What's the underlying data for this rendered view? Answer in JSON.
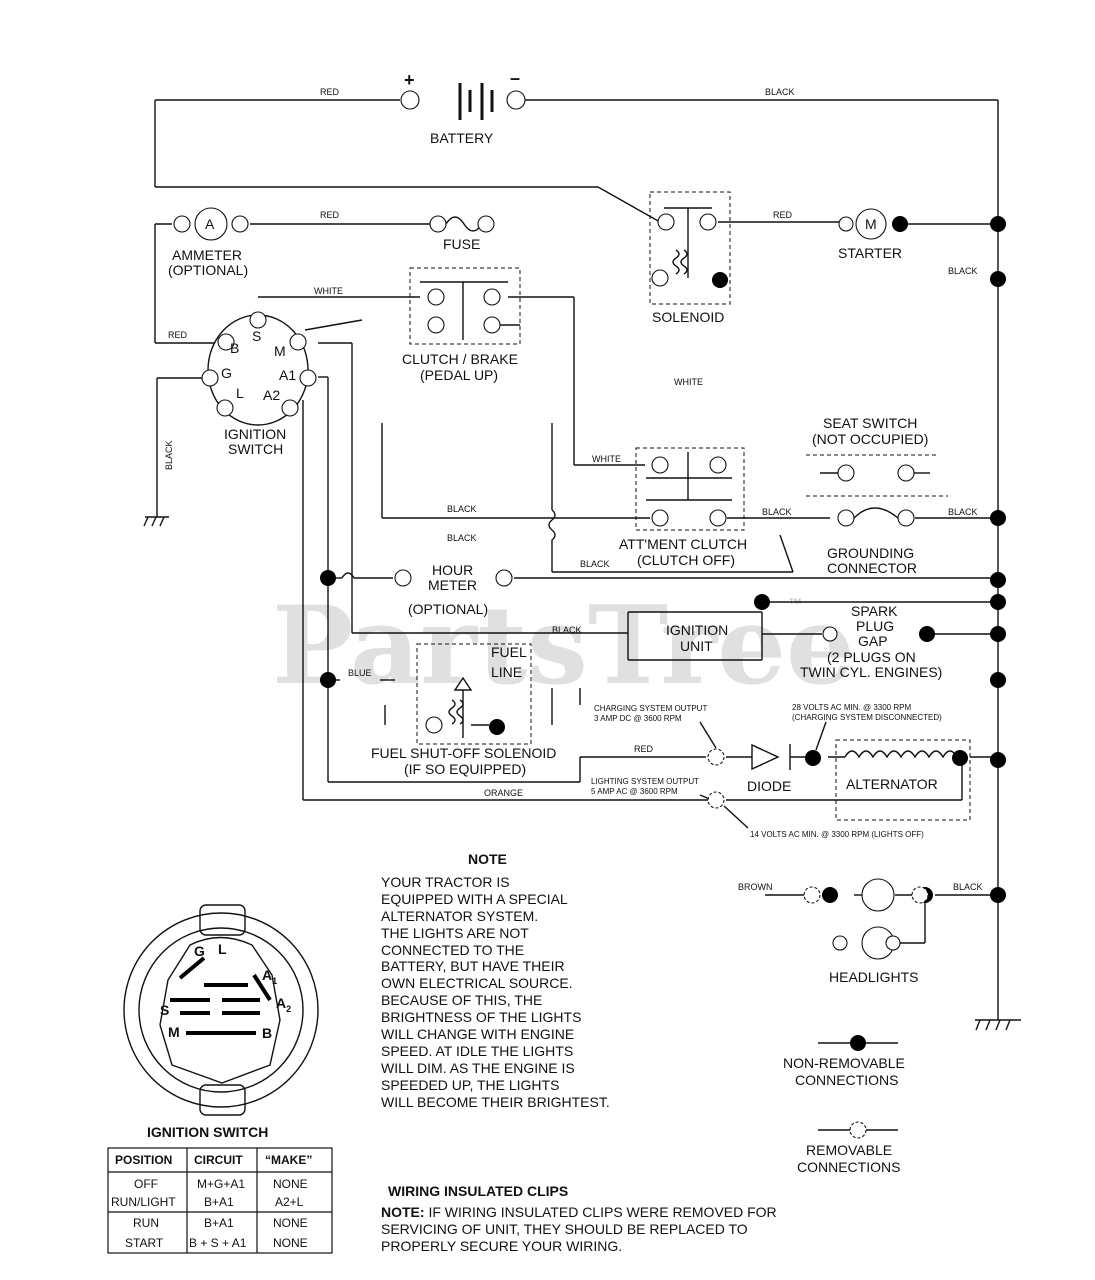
{
  "watermark": "PartsTree",
  "trademark": "™",
  "battery": {
    "label": "BATTERY",
    "plus": "+",
    "minus": "–",
    "wire_pos": "RED",
    "wire_neg": "BLACK"
  },
  "ammeter": {
    "symbol": "A",
    "label1": "AMMETER",
    "label2": "(OPTIONAL)",
    "wire": "RED"
  },
  "fuse": {
    "label": "FUSE"
  },
  "solenoid": {
    "label": "SOLENOID",
    "wire": "RED"
  },
  "starter": {
    "symbol": "M",
    "label": "STARTER"
  },
  "ignition_switch": {
    "label1": "IGNITION",
    "label2": "SWITCH",
    "terminals": {
      "b": "B",
      "s": "S",
      "m": "M",
      "g": "G",
      "l": "L",
      "a1": "A1",
      "a2": "A2"
    },
    "wire_red": "RED",
    "wire_white": "WHITE",
    "wire_black": "BLACK"
  },
  "clutch_brake": {
    "label1": "CLUTCH / BRAKE",
    "label2": "(PEDAL UP)"
  },
  "wire_labels": {
    "white_mid": "WHITE",
    "white_att": "WHITE",
    "black_1": "BLACK",
    "black_2": "BLACK",
    "black_3": "BLACK",
    "black_att_right": "BLACK",
    "black_seat_right": "BLACK",
    "black_right_upper": "BLACK",
    "black_ign_unit": "BLACK",
    "blue": "BLUE",
    "red_fuel": "RED",
    "orange": "ORANGE",
    "brown": "BROWN",
    "black_headlight": "BLACK"
  },
  "seat_switch": {
    "label1": "SEAT SWITCH",
    "label2": "(NOT OCCUPIED)"
  },
  "attachment_clutch": {
    "label1": "ATT'MENT CLUTCH",
    "label2": "(CLUTCH OFF)"
  },
  "grounding_connector": {
    "label1": "GROUNDING",
    "label2": "CONNECTOR"
  },
  "hour_meter": {
    "label1": "HOUR",
    "label2": "METER",
    "label3": "(OPTIONAL)"
  },
  "ignition_unit": {
    "label1": "IGNITION",
    "label2": "UNIT"
  },
  "spark_plug": {
    "label1": "SPARK",
    "label2": "PLUG",
    "label3": "GAP",
    "label4": "(2 PLUGS ON",
    "label5": "TWIN CYL. ENGINES)"
  },
  "fuel": {
    "label1": "FUEL",
    "label2": "LINE",
    "solenoid1": "FUEL SHUT-OFF SOLENOID",
    "solenoid2": "(IF SO EQUIPPED)"
  },
  "charging": {
    "out1": "CHARGING SYSTEM OUTPUT",
    "out2": "3 AMP DC @ 3600 RPM",
    "volts1": "28 VOLTS AC MIN. @ 3300 RPM",
    "volts2": "(CHARGING SYSTEM DISCONNECTED)",
    "light1": "LIGHTING SYSTEM OUTPUT",
    "light2": "5 AMP AC @ 3600 RPM",
    "light_volts": "14 VOLTS AC MIN. @ 3300 RPM (LIGHTS OFF)"
  },
  "diode": {
    "label": "DIODE"
  },
  "alternator": {
    "label": "ALTERNATOR"
  },
  "headlights": {
    "label": "HEADLIGHTS"
  },
  "note": {
    "title": "NOTE",
    "lines": [
      "YOUR TRACTOR IS",
      "EQUIPPED WITH A SPECIAL",
      "ALTERNATOR SYSTEM.",
      "THE LIGHTS ARE NOT",
      "CONNECTED TO THE",
      "BATTERY, BUT HAVE THEIR",
      "OWN ELECTRICAL SOURCE.",
      "BECAUSE OF THIS, THE",
      "BRIGHTNESS OF THE LIGHTS",
      "WILL CHANGE WITH ENGINE",
      "SPEED.  AT IDLE THE LIGHTS",
      "WILL DIM.  AS THE ENGINE IS",
      "SPEEDED UP, THE LIGHTS",
      "WILL BECOME THEIR BRIGHTEST."
    ]
  },
  "legend": {
    "nonremovable1": "NON-REMOVABLE",
    "nonremovable2": "CONNECTIONS",
    "removable1": "REMOVABLE",
    "removable2": "CONNECTIONS"
  },
  "clips": {
    "title": "WIRING INSULATED CLIPS",
    "line1_bold": "NOTE:",
    "line1": " IF WIRING INSULATED CLIPS WERE REMOVED FOR",
    "line2": "SERVICING OF UNIT, THEY SHOULD BE REPLACED TO",
    "line3": "PROPERLY SECURE YOUR WIRING."
  },
  "switch_diagram": {
    "title": "IGNITION SWITCH",
    "g": "G",
    "l": "L",
    "a1": "A",
    "a1_sub": "1",
    "a2": "A",
    "a2_sub": "2",
    "s": "S",
    "m": "M",
    "b": "B"
  },
  "switch_table": {
    "headers": [
      "POSITION",
      "CIRCUIT",
      "“MAKE”"
    ],
    "rows": [
      [
        "OFF",
        "M+G+A1",
        "NONE"
      ],
      [
        "RUN/LIGHT",
        "B+A1",
        "A2+L"
      ],
      [
        "RUN",
        "B+A1",
        "NONE"
      ],
      [
        "START",
        "B + S + A1",
        "NONE"
      ]
    ]
  }
}
